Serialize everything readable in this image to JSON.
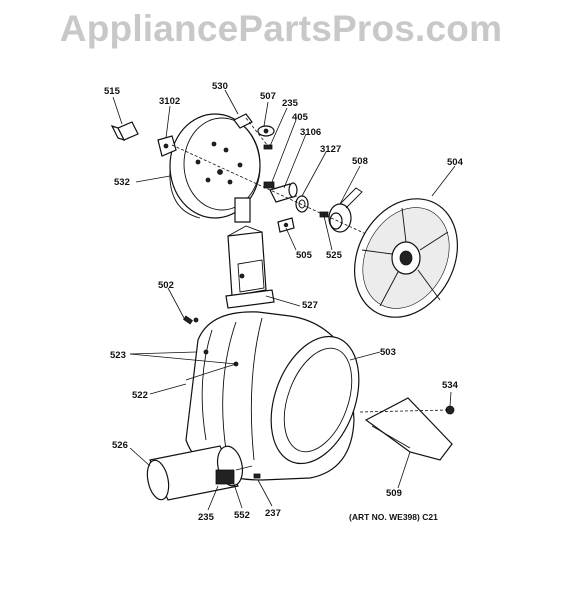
{
  "watermark": "AppliancePartsPros.com",
  "art_note": "(ART NO. WE398)  C21",
  "callouts": [
    "515",
    "3102",
    "530",
    "507",
    "235",
    "405",
    "3106",
    "3127",
    "508",
    "504",
    "532",
    "505",
    "525",
    "527",
    "502",
    "503",
    "523",
    "522",
    "534",
    "526",
    "509",
    "235",
    "552",
    "237"
  ]
}
